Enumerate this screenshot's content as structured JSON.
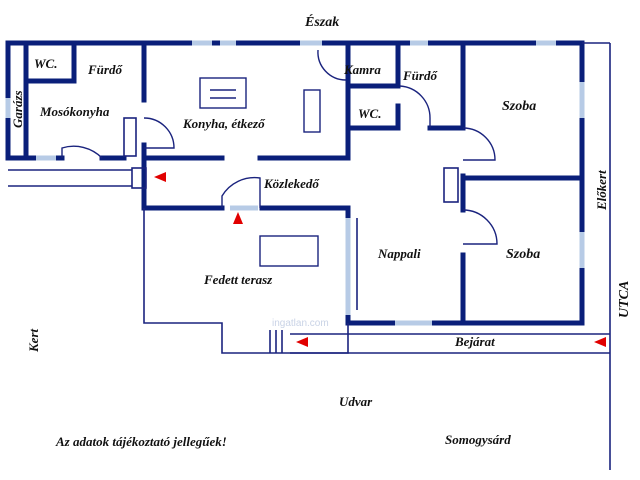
{
  "labels": {
    "north": "Észak",
    "garage": "Garázs",
    "wc_left": "WC.",
    "bathroom_left": "Fürdő",
    "laundry": "Mosókonyha",
    "kitchen": "Konyha, étkező",
    "pantry": "Kamra",
    "bathroom_right": "Fürdő",
    "wc_right": "WC.",
    "room_top": "Szoba",
    "room_bottom": "Szoba",
    "front_garden": "Előkert",
    "hallway": "Közlekedő",
    "living_room": "Nappali",
    "covered_terrace": "Fedett terasz",
    "street": "UTCA",
    "garden": "Kert",
    "entrance": "Bejárat",
    "yard": "Udvar",
    "disclaimer": "Az adatok tájékoztató jellegűek!",
    "town": "Somogysárd",
    "watermark": "ingatlan.com"
  },
  "colors": {
    "wall": "#0a1f7a",
    "window": "#b7cbe6",
    "arrow": "#e10000"
  }
}
